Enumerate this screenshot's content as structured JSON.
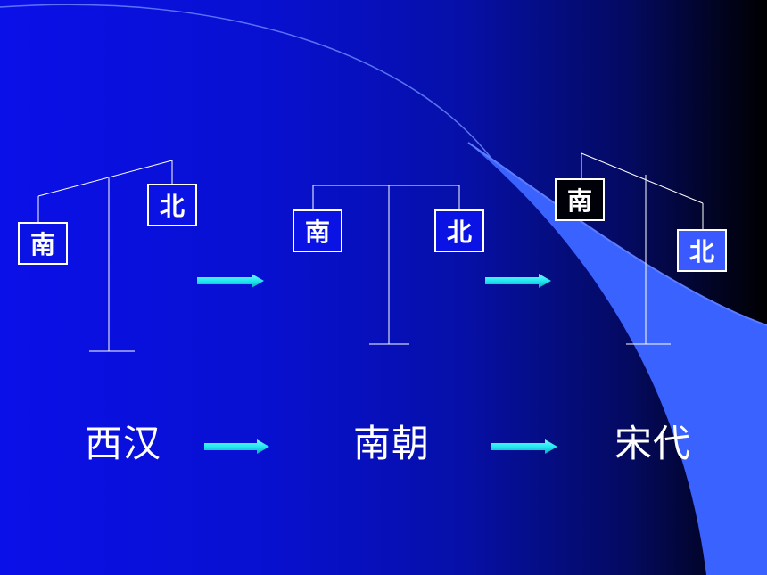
{
  "labels": {
    "south": "南",
    "north": "北"
  },
  "eras": [
    "西汉",
    "南朝",
    "宋代"
  ],
  "colors": {
    "background_left": "#0a10e8",
    "background_right": "#000000",
    "swoosh": "#3a62ff",
    "arrow": "#22e8f0",
    "line": "#ffffff"
  }
}
